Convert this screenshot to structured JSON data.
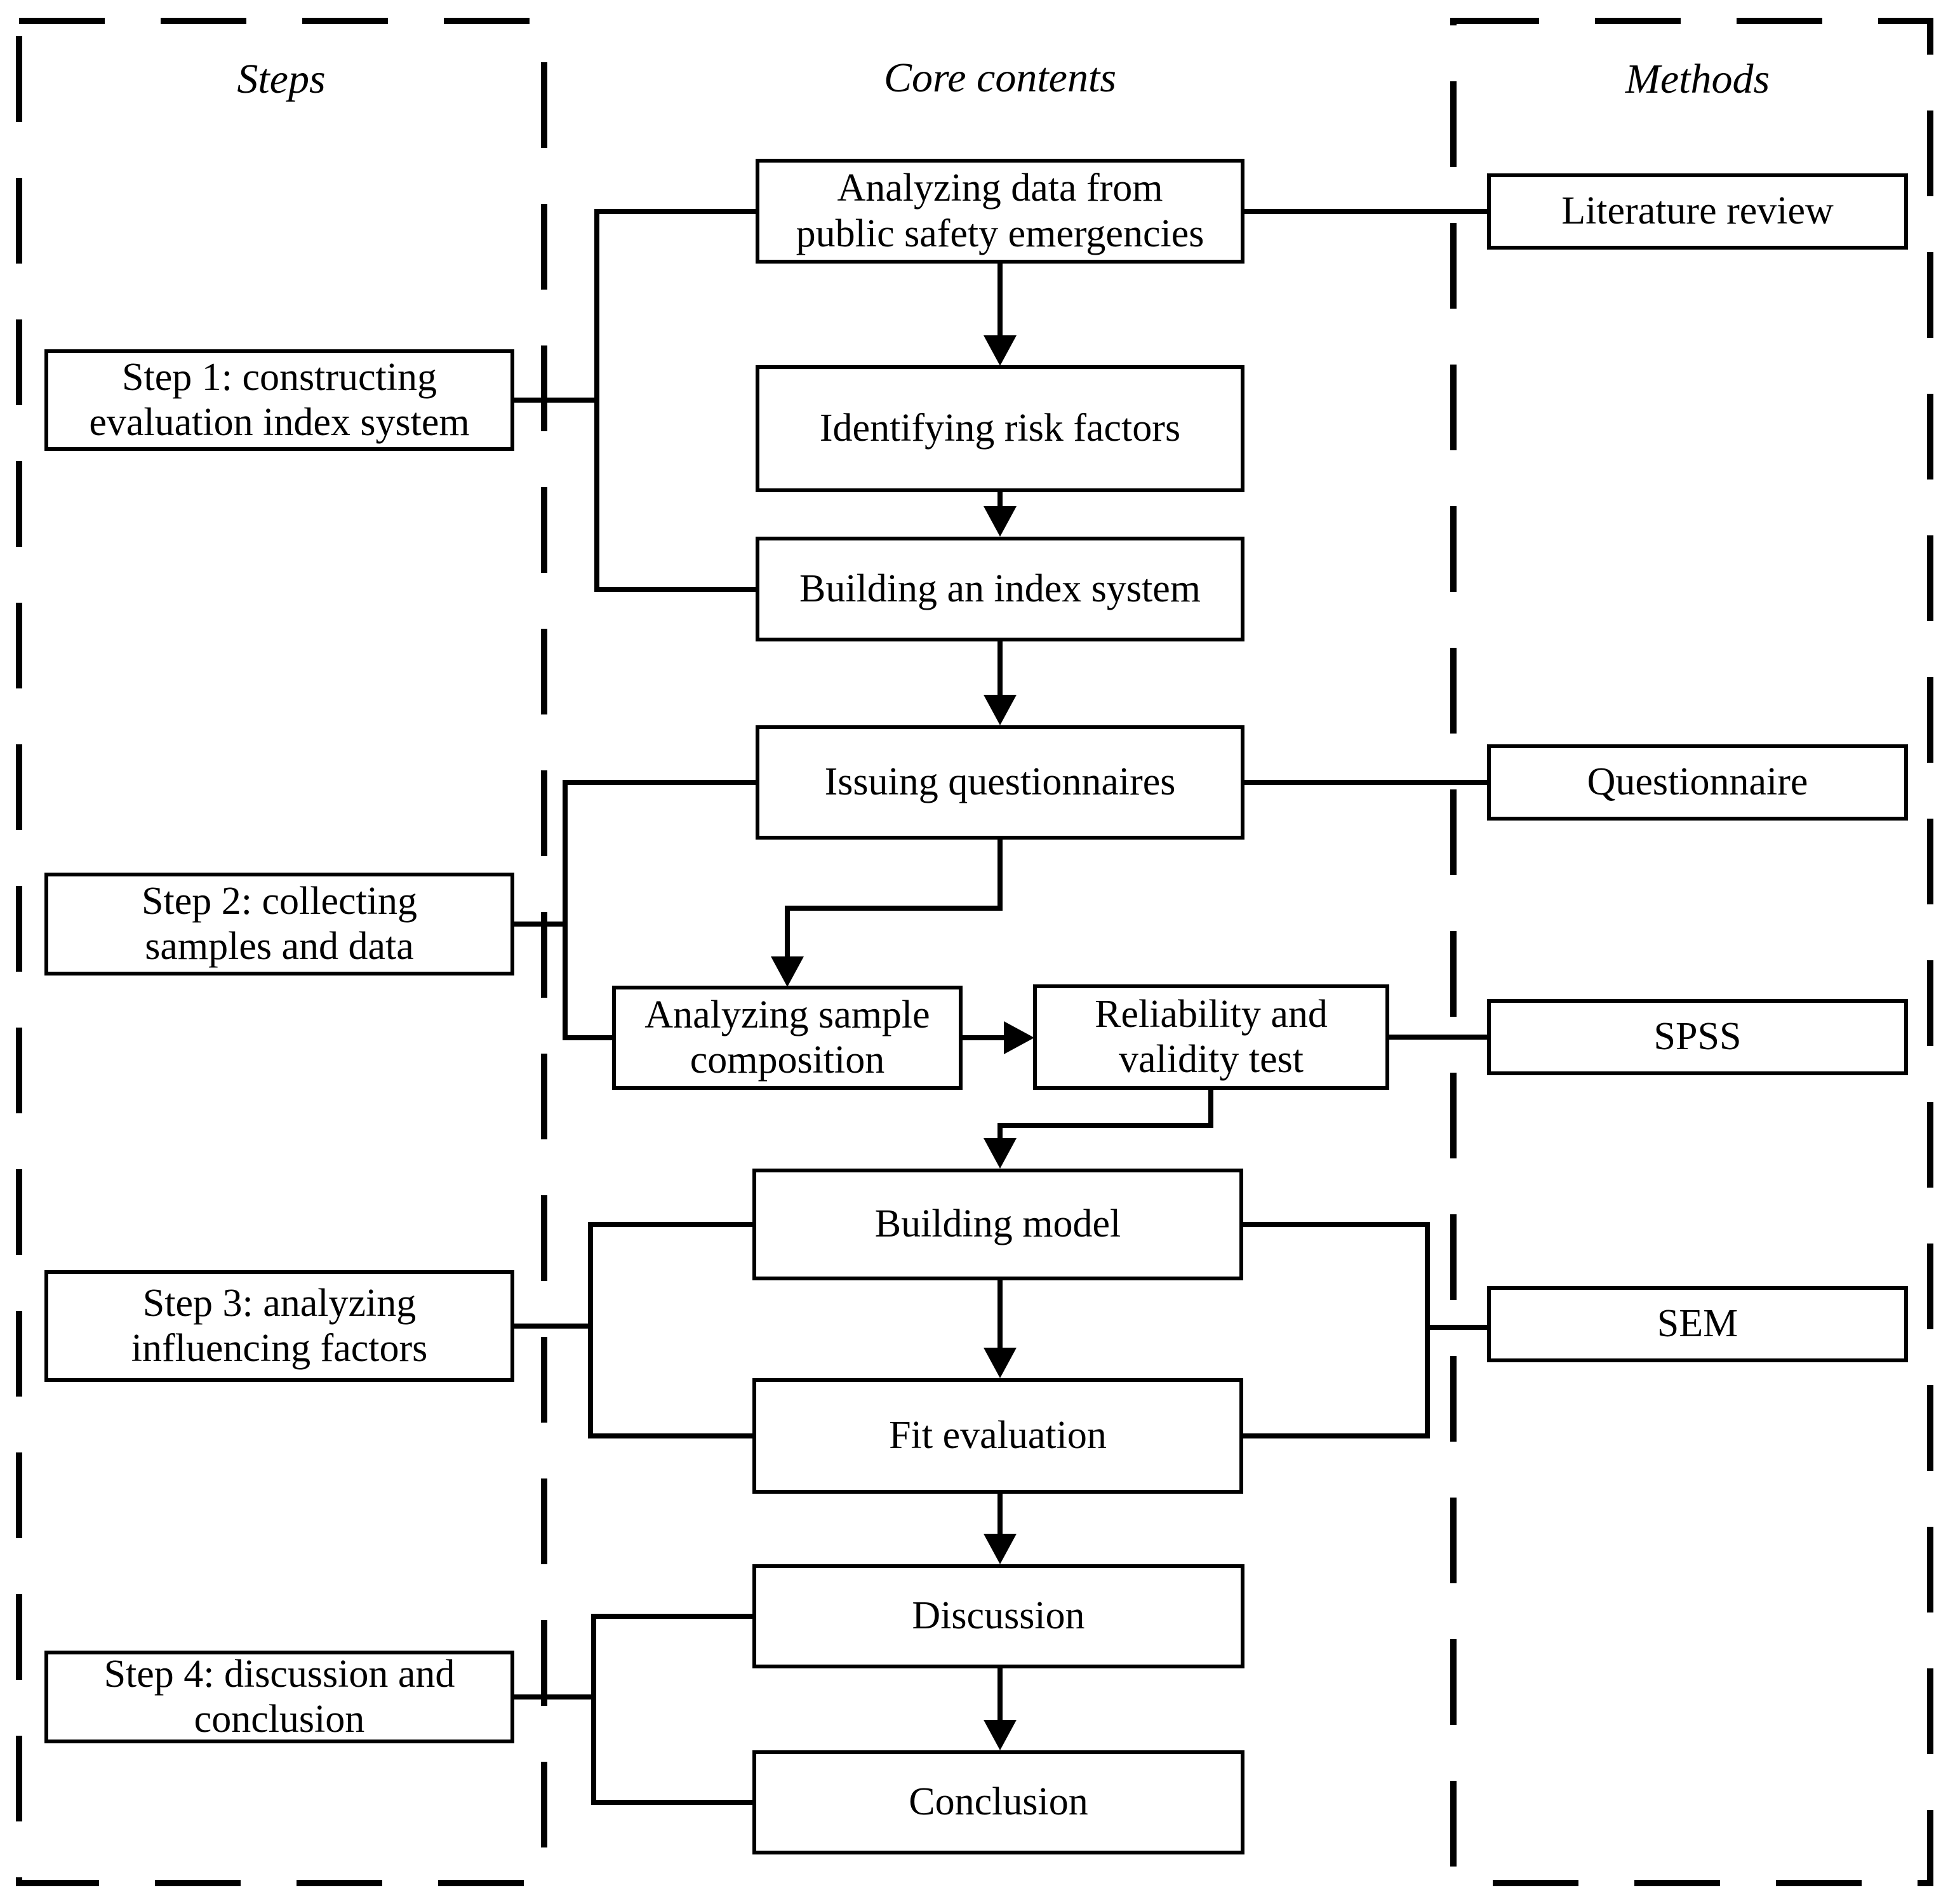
{
  "steps": {
    "header": "Steps",
    "boxes": [
      "Step 1: constructing\nevaluation index system",
      "Step 2: collecting\nsamples and data",
      "Step 3: analyzing\ninfluencing factors",
      "Step 4: discussion and\nconclusion"
    ]
  },
  "core": {
    "header": "Core contents",
    "boxes": [
      "Analyzing data from\npublic safety emergencies",
      "Identifying risk factors",
      "Building an index system",
      "Issuing questionnaires",
      "Analyzing sample\ncomposition",
      "Reliability and\nvalidity test",
      "Building model",
      "Fit evaluation",
      "Discussion",
      "Conclusion"
    ]
  },
  "methods": {
    "header": "Methods",
    "boxes": [
      "Literature review",
      "Questionnaire",
      "SPSS",
      "SEM"
    ]
  },
  "colors": {
    "line": "#000000",
    "background": "#ffffff",
    "box_border": "#000000"
  }
}
